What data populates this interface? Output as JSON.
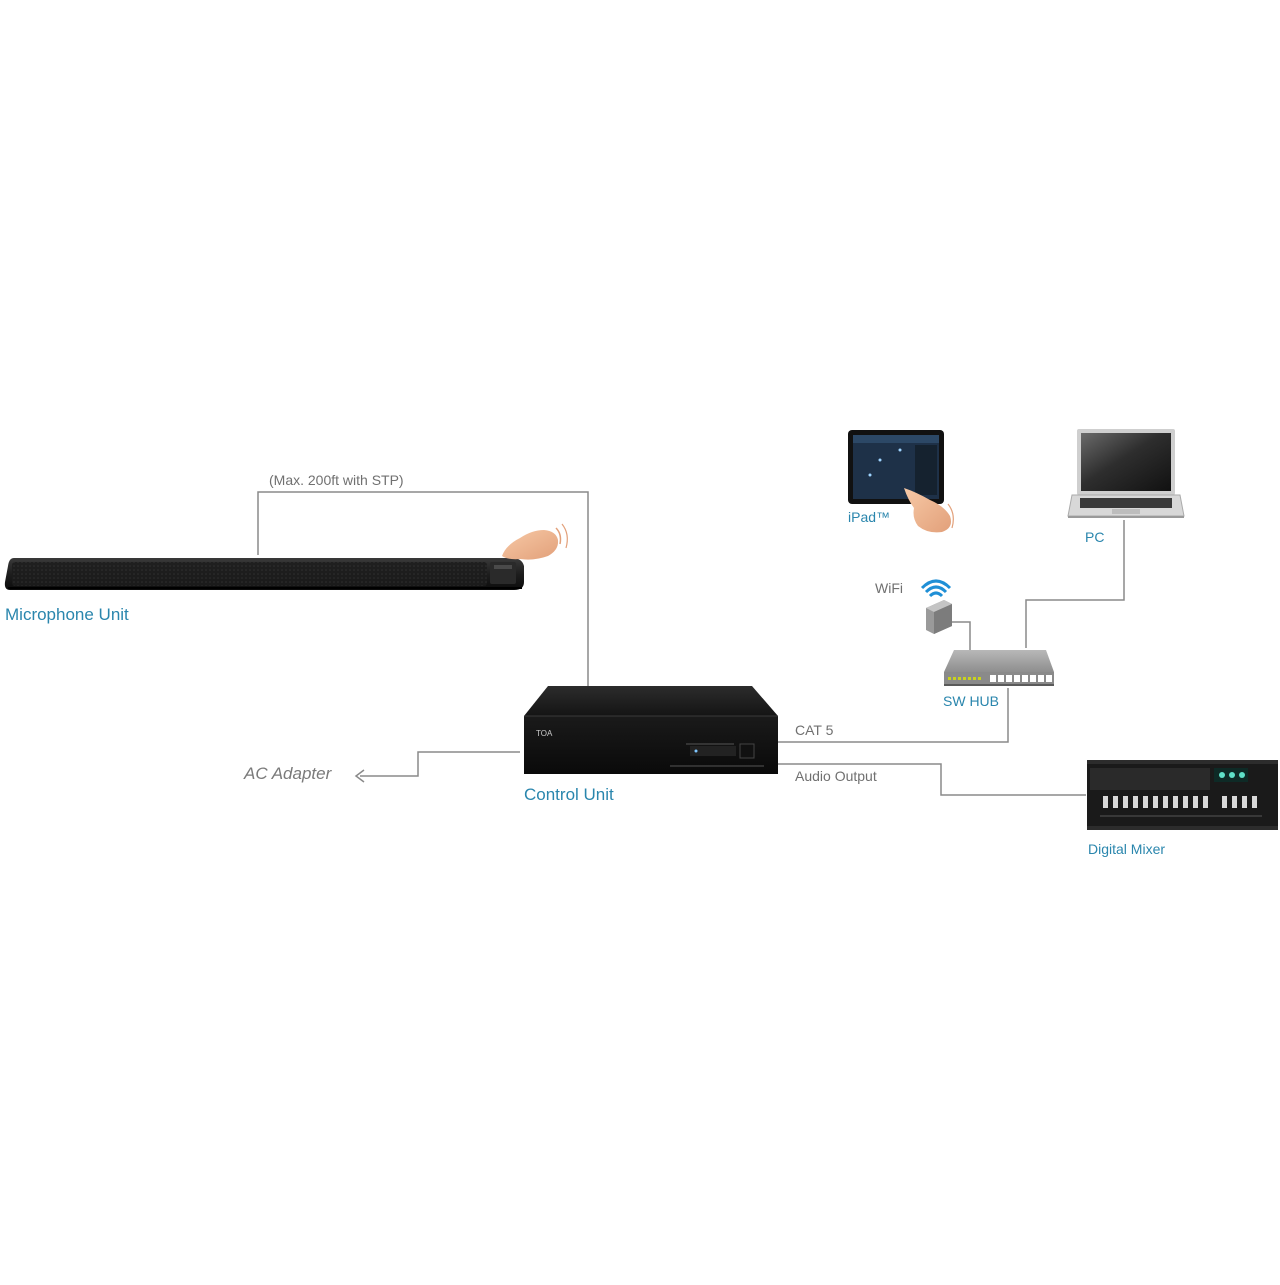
{
  "labels": {
    "cable_note": "(Max. 200ft with STP)",
    "microphone_unit": "Microphone Unit",
    "control_unit": "Control Unit",
    "ac_adapter": "AC Adapter",
    "cat5": "CAT 5",
    "audio_output": "Audio Output",
    "ipad": "iPad™",
    "pc": "PC",
    "wifi": "WiFi",
    "sw_hub": "SW HUB",
    "digital_mixer": "Digital Mixer"
  },
  "control_unit_face": {
    "brand": "TOA"
  },
  "colors": {
    "label_blue": "#2a86ad",
    "line_grey": "#8a8a8a",
    "device_black": "#1b1b1b",
    "wifi_blue": "#1f8fd6",
    "hub_led": "#c8d21e"
  },
  "icons": {
    "microphone": "ceiling-microphone-bar",
    "control_unit": "rack-control-unit",
    "tablet": "tablet-with-hand",
    "laptop": "laptop-computer",
    "wifi": "wifi-access-point",
    "hub": "network-switch",
    "mixer": "digital-mixer",
    "arrow": "arrow-left"
  }
}
